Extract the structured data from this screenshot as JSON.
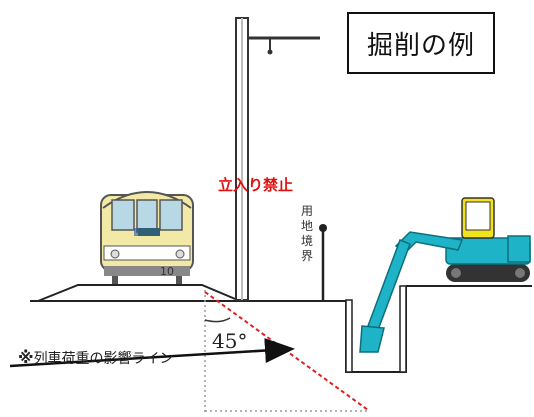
{
  "diagram": {
    "title": "掘削の例",
    "warning_label": "立入り禁止",
    "boundary_label": "用地境界",
    "load_line": {
      "mark": "※",
      "label": "列車荷重の影響ライン"
    },
    "angle_label": "45°"
  },
  "colors": {
    "title_border": "#111111",
    "warning": "#e01010",
    "influence_line": "#e02020",
    "excavator_body": "#1fb3c8",
    "excavator_cab": "#f2e21a",
    "train_body": "#f3e9a6",
    "train_window": "#b9d8e6",
    "ground": "#222222"
  },
  "icons": {
    "train": "train-front-icon",
    "excavator": "excavator-icon",
    "pole": "catenary-pole-icon",
    "boundary_post": "boundary-post-icon"
  }
}
